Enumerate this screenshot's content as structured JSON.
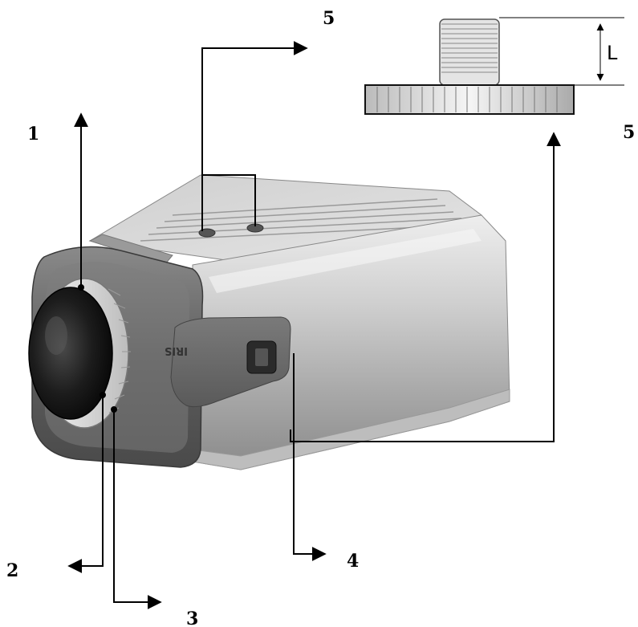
{
  "callouts": {
    "c1": "1",
    "c2": "2",
    "c3": "3",
    "c4": "4",
    "c5_top": "5",
    "c5_right": "5"
  },
  "dimension_label": "L",
  "iris_label": "IRIS",
  "colors": {
    "line": "#000000",
    "body_light": "#d8d8d8",
    "body_dark": "#6a6a6a",
    "lens_dark": "#151515"
  }
}
